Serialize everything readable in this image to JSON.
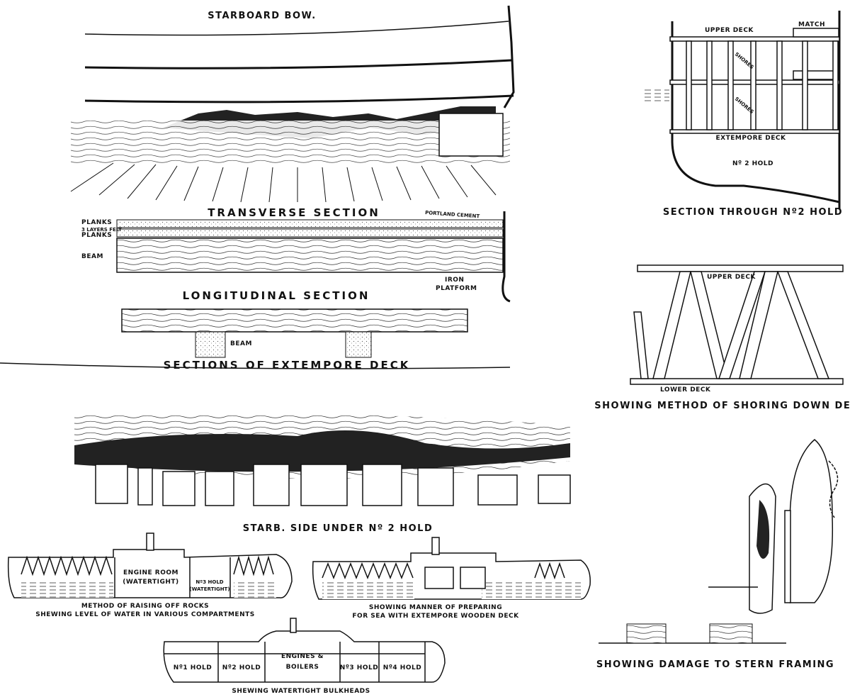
{
  "figures": {
    "starboard_bow": {
      "title": "STARBOARD BOW."
    },
    "transverse_section": {
      "title": "TRANSVERSE SECTION",
      "labels": {
        "planks_top": "PLANKS",
        "felt": "3 LAYERS FELT",
        "planks_bottom": "PLANKS",
        "beam": "BEAM",
        "cement": "PORTLAND CEMENT",
        "iron_1": "IRON",
        "iron_2": "PLATFORM"
      }
    },
    "longitudinal_section": {
      "title": "LONGITUDINAL SECTION",
      "beam": "BEAM",
      "caption": "SECTIONS OF EXTEMPORE DECK"
    },
    "hold_section": {
      "upper_deck": "UPPER DECK",
      "match": "MATCH",
      "shores": "SHORES",
      "extempore_deck": "EXTEMPORE DECK",
      "hold": "Nº 2 HOLD",
      "caption": "SECTION THROUGH Nº2 HOLD"
    },
    "shoring": {
      "upper_deck": "UPPER DECK",
      "lower_deck": "LOWER DECK",
      "caption": "SHOWING METHOD OF SHORING DOWN DECKS"
    },
    "starb_side": {
      "caption": "STARB. SIDE UNDER Nº 2 HOLD"
    },
    "raising_ship": {
      "engine_room": "ENGINE ROOM",
      "engine_room_sub": "(WATERTIGHT)",
      "hold3": "Nº3 HOLD",
      "hold3_sub": "(WATERTIGHT)",
      "caption_1": "METHOD OF RAISING OFF ROCKS",
      "caption_2": "SHEWING LEVEL OF WATER IN VARIOUS COMPARTMENTS"
    },
    "preparing_ship": {
      "caption_1": "SHOWING MANNER OF PREPARING",
      "caption_2": "FOR SEA WITH EXTEMPORE WOODEN DECK"
    },
    "bulkheads_ship": {
      "hold1": "Nº1 HOLD",
      "hold2": "Nº2 HOLD",
      "engines_1": "ENGINES &",
      "engines_2": "BOILERS",
      "hold3": "Nº3 HOLD",
      "hold4": "Nº4 HOLD",
      "caption": "SHEWING WATERTIGHT BULKHEADS"
    },
    "stern": {
      "caption": "SHOWING DAMAGE TO STERN FRAMING"
    }
  }
}
